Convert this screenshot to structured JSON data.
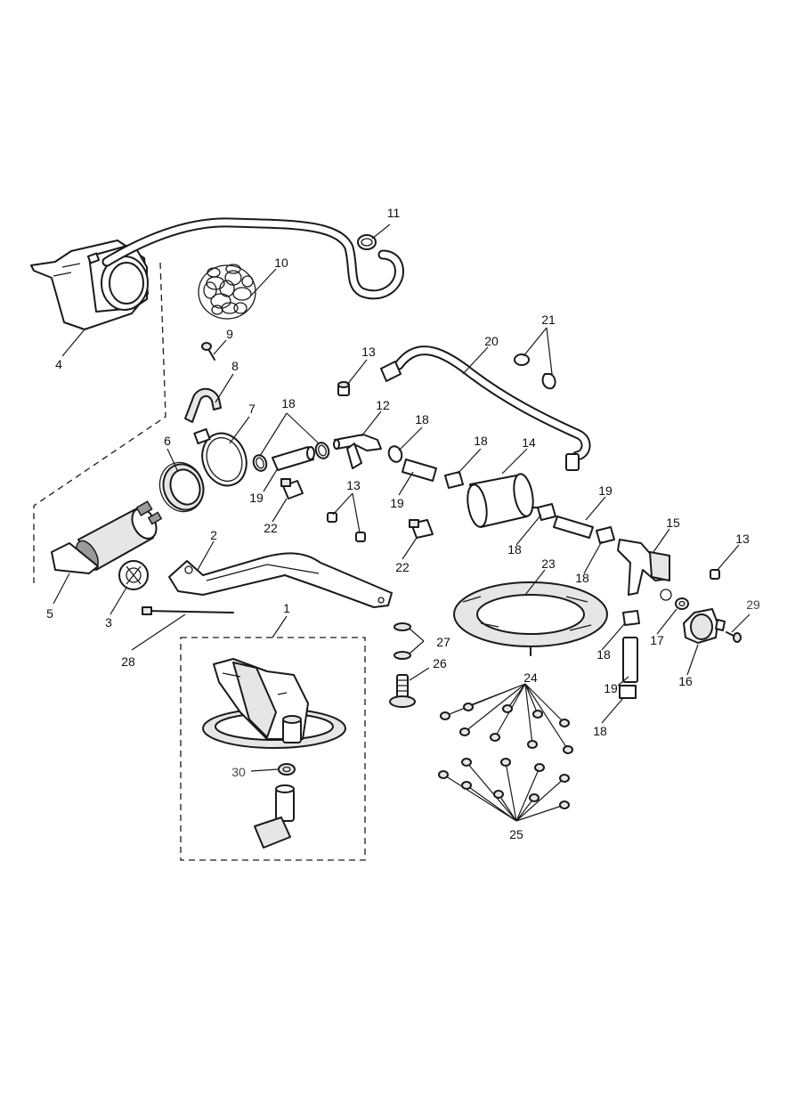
{
  "callouts": {
    "c1": "1",
    "c2": "2",
    "c3": "3",
    "c4": "4",
    "c5": "5",
    "c6": "6",
    "c7": "7",
    "c8": "8",
    "c9": "9",
    "c10": "10",
    "c11": "11",
    "c12": "12",
    "c13a": "13",
    "c13b": "13",
    "c13c": "13",
    "c14": "14",
    "c15": "15",
    "c16": "16",
    "c17": "17",
    "c18a": "18",
    "c18b": "18",
    "c18c": "18",
    "c18d": "18",
    "c18e": "18",
    "c18f": "18",
    "c18g": "18",
    "c19a": "19",
    "c19b": "19",
    "c19c": "19",
    "c19d": "19",
    "c20": "20",
    "c21": "21",
    "c22a": "22",
    "c22b": "22",
    "c23": "23",
    "c24": "24",
    "c25": "25",
    "c26": "26",
    "c27": "27",
    "c28": "28",
    "c29": "29",
    "c30": "30"
  }
}
